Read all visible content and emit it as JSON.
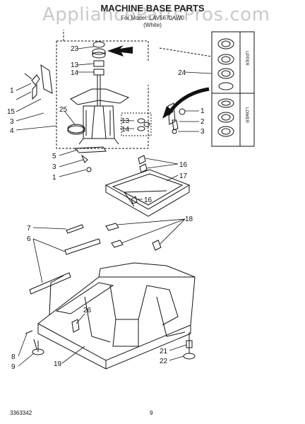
{
  "watermark": "AppliancePartsPros.com",
  "title": "MACHINE BASE PARTS",
  "subtitle_model": "For Model: LAV5670AW0",
  "subtitle_color": "(White)",
  "side_labels": {
    "upper": "UPPER",
    "lower": "LOWER"
  },
  "callouts": {
    "c23": "23",
    "c13a": "13",
    "c14a": "14",
    "c24": "24",
    "c1a": "1",
    "c15": "15",
    "c3a": "3",
    "c4": "4",
    "c25": "25",
    "c13b": "13",
    "c14b": "14",
    "c1b": "1",
    "c2b": "2",
    "c3b": "3",
    "c5": "5",
    "c3c": "3",
    "c1c": "1",
    "c16a": "16",
    "c17": "17",
    "c16b": "16",
    "c7": "7",
    "c6": "6",
    "c18": "18",
    "c26": "26",
    "c8": "8",
    "c9": "9",
    "c19": "19",
    "c21": "21",
    "c22": "22"
  },
  "footer": {
    "doc": "3363342",
    "page": "9"
  }
}
